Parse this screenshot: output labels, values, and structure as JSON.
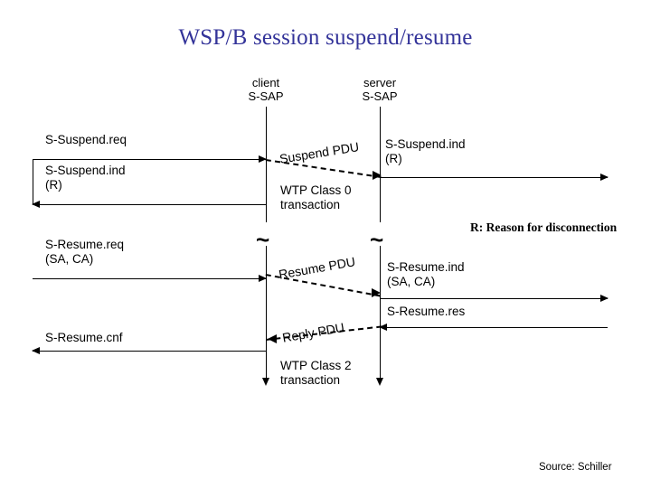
{
  "slide": {
    "title": "WSP/B session suspend/resume",
    "source_credit": "Source: Schiller",
    "reason_note": "R: Reason for disconnection",
    "break_symbol": "~"
  },
  "lifelines": {
    "client": {
      "label": "client\nS-SAP",
      "name": "client"
    },
    "server": {
      "label": "server\nS-SAP",
      "name": "server"
    }
  },
  "primitives": {
    "suspend_req": "S-Suspend.req",
    "suspend_ind_client": "S-Suspend.ind\n(R)",
    "suspend_ind_server": "S-Suspend.ind\n(R)",
    "resume_req": "S-Resume.req\n(SA, CA)",
    "resume_ind_server": "S-Resume.ind\n(SA, CA)",
    "resume_res": "S-Resume.res",
    "resume_cnf": "S-Resume.cnf"
  },
  "pdus": {
    "suspend": "Suspend PDU",
    "resume": "Resume PDU",
    "reply": "Reply PDU"
  },
  "transactions": {
    "class0": "WTP Class 0\ntransaction",
    "class2": "WTP Class 2\ntransaction"
  },
  "colors": {
    "title": "#333399",
    "line": "#000000",
    "background": "#ffffff"
  }
}
